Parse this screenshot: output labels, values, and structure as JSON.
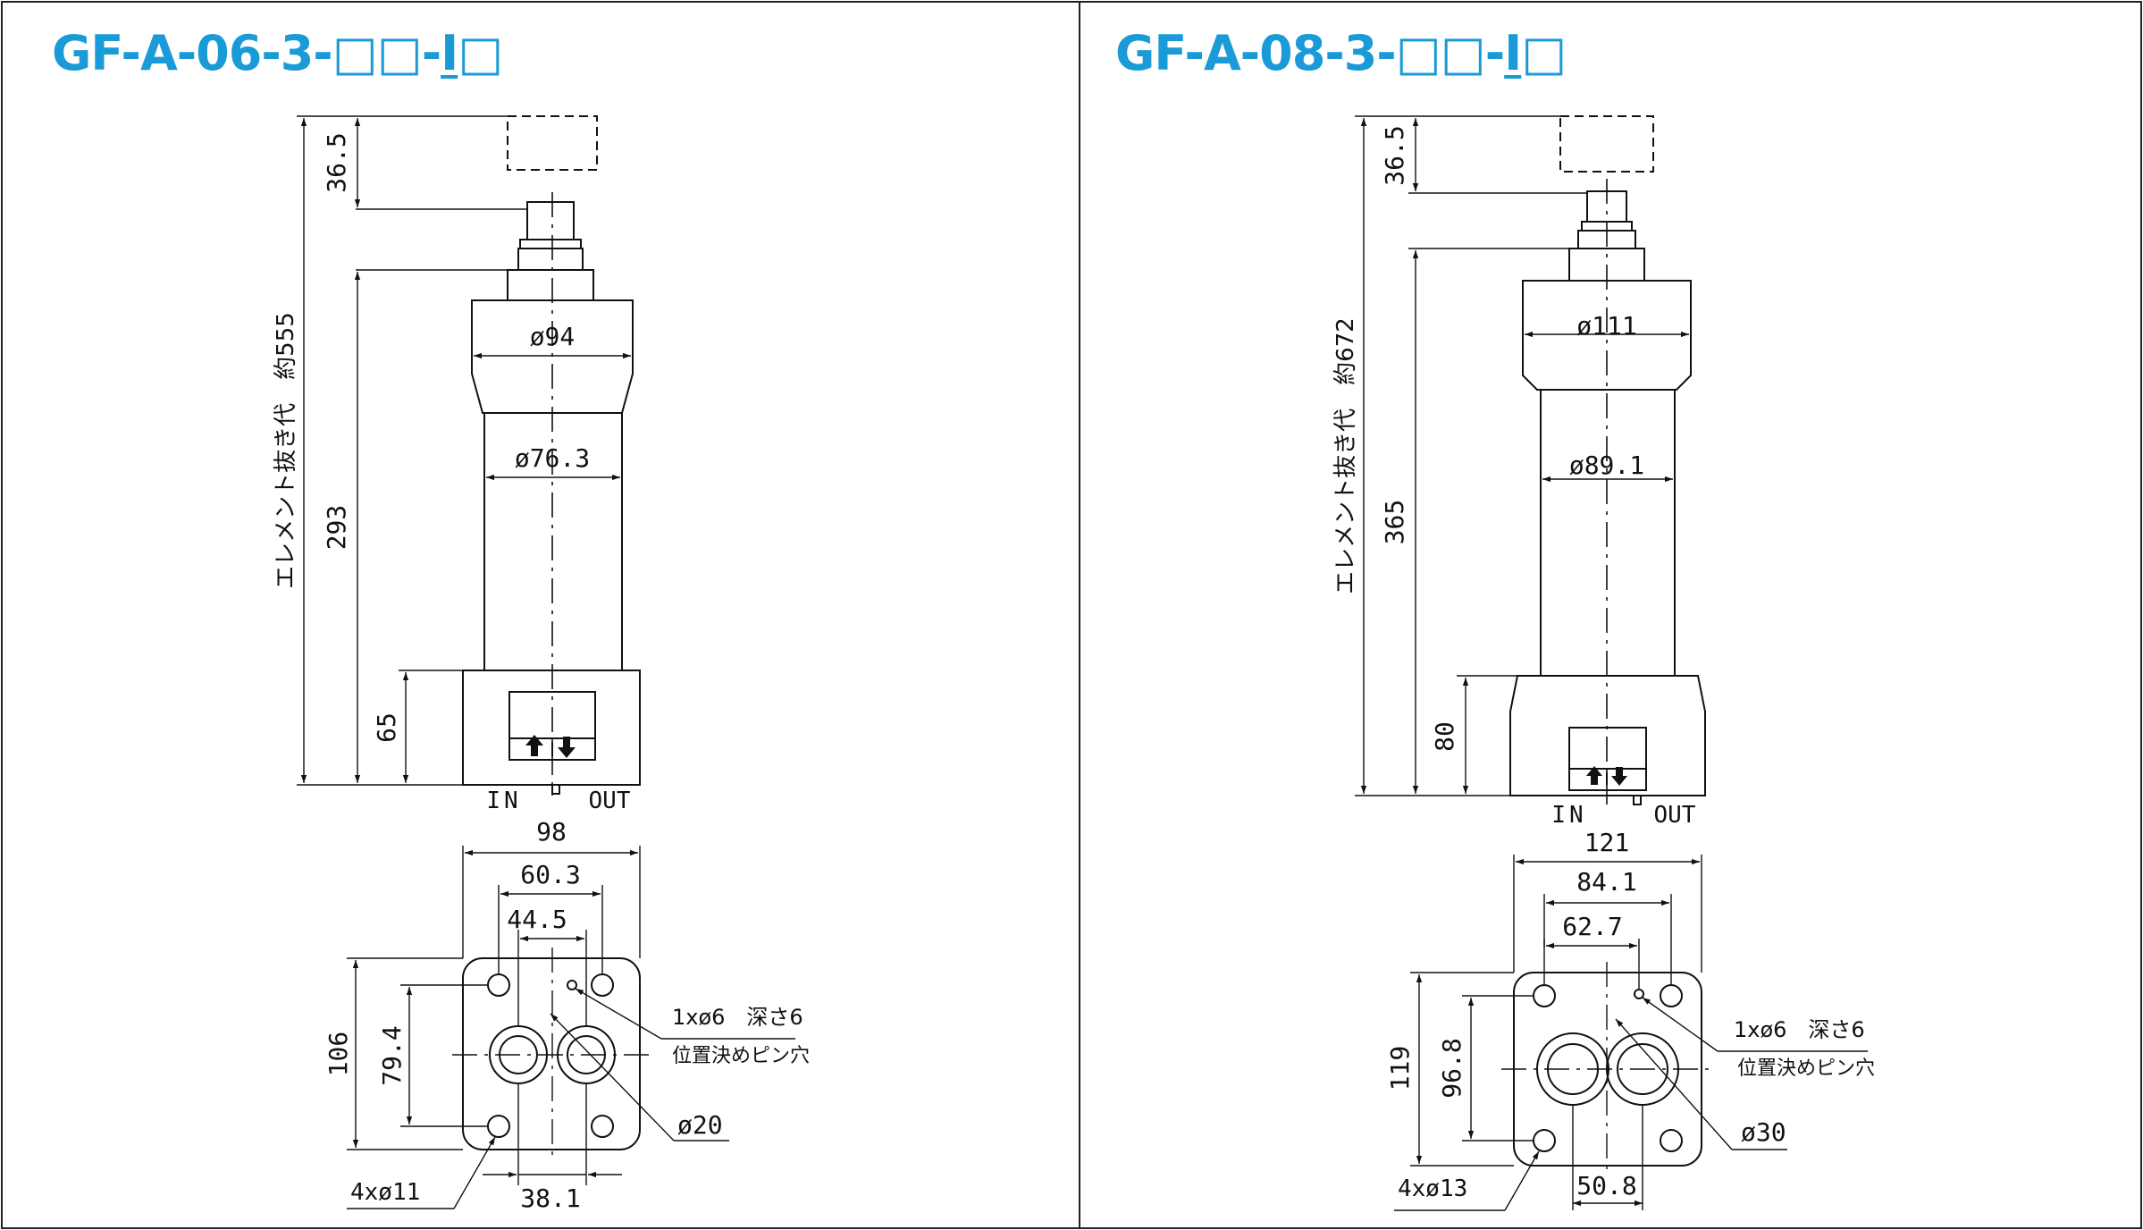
{
  "accent_color": "#1a9ad6",
  "left": {
    "title_prefix": "GF-A-06-3-",
    "title_boxes": "□□-",
    "title_i": "I",
    "title_box_end": "□",
    "dims": {
      "d_top": "36.5",
      "d_total": "293",
      "d_block": "65",
      "d_element": "エレメント抜き代　約555",
      "d_head": "ø94",
      "d_body": "ø76.3",
      "in_label": "IN",
      "out_label": "OUT",
      "w_total": "98",
      "w_mid": "60.3",
      "w_inner": "44.5",
      "h_total": "106",
      "h_inner": "79.4",
      "pin_spec": "1xø6　深さ6",
      "pin_label": "位置決めピン穴",
      "port_dia": "ø20",
      "holes": "4xø11",
      "port_pitch": "38.1"
    }
  },
  "right": {
    "title_prefix": "GF-A-08-3-",
    "title_boxes": "□□-",
    "title_i": "I",
    "title_box_end": "□",
    "dims": {
      "d_top": "36.5",
      "d_total": "365",
      "d_block": "80",
      "d_element": "エレメント抜き代　約672",
      "d_head": "ø111",
      "d_body": "ø89.1",
      "in_label": "IN",
      "out_label": "OUT",
      "w_total": "121",
      "w_mid": "84.1",
      "w_inner": "62.7",
      "h_total": "119",
      "h_inner": "96.8",
      "pin_spec": "1xø6　深さ6",
      "pin_label": "位置決めピン穴",
      "port_dia": "ø30",
      "holes": "4xø13",
      "port_pitch": "50.8"
    }
  }
}
